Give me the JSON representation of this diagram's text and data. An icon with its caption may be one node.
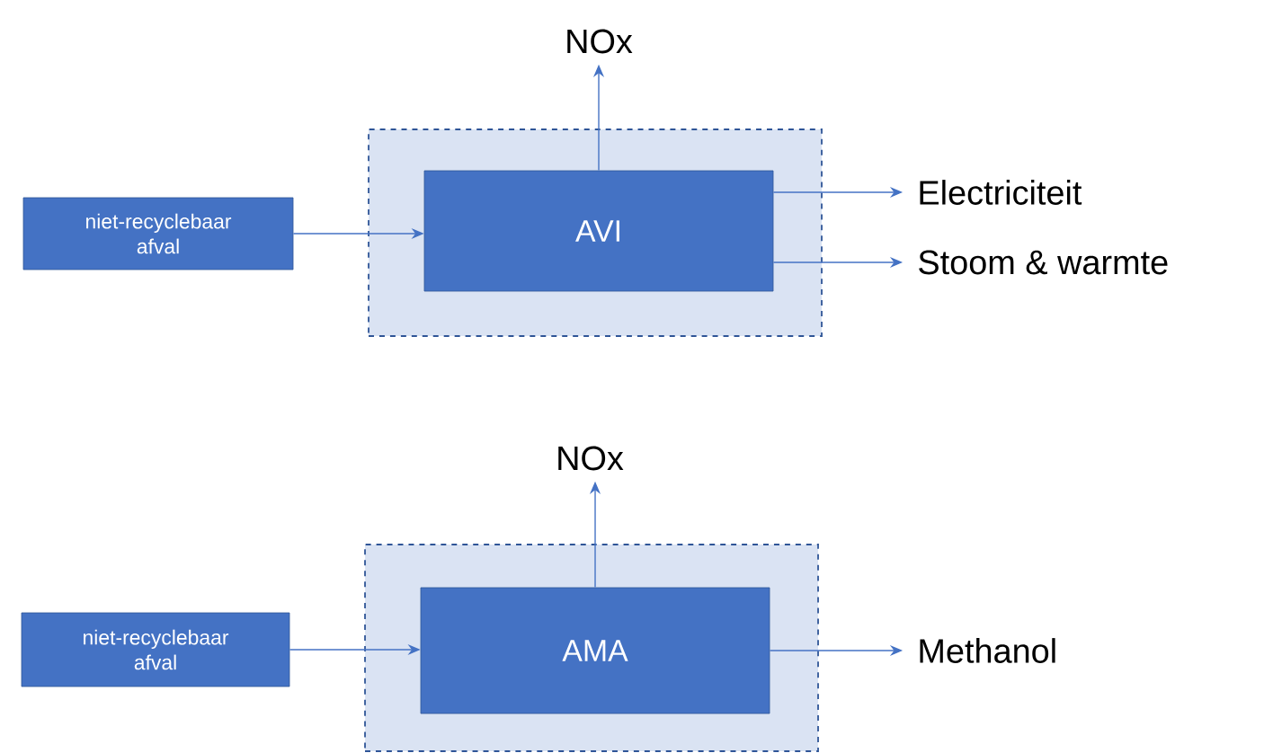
{
  "diagram": {
    "nodes": [
      {
        "text": [],
        "shape": "box"
      },
      {
        "text": [
          "AVI"
        ],
        "in": 0
      },
      {
        "text": [
          "niet-recyclebaar afval"
        ]
      },
      {
        "text": [
          "NOx"
        ]
      },
      {
        "text": [
          "Electriciteit"
        ]
      },
      {
        "text": [
          "Stoom & warmte"
        ]
      },
      {
        "text": [],
        "shape": "box"
      },
      {
        "text": [
          "AMA"
        ],
        "in": 6
      },
      {
        "text": [
          "niet-recyclebaar afval"
        ]
      },
      {
        "text": [
          "NOx"
        ]
      },
      {
        "text": [
          "Methanol"
        ]
      }
    ],
    "edges": [
      {
        "from": 2,
        "to": 1,
        "arrow": "to"
      },
      {
        "from": 1,
        "to": 3,
        "arrow": "to"
      },
      {
        "from": 1,
        "to": 4,
        "arrow": "to"
      },
      {
        "from": 1,
        "to": 5,
        "arrow": "to"
      },
      {
        "from": 8,
        "to": 7,
        "arrow": "to"
      },
      {
        "from": 7,
        "to": 9,
        "arrow": "to"
      },
      {
        "from": 7,
        "to": 10,
        "arrow": "to"
      }
    ]
  }
}
